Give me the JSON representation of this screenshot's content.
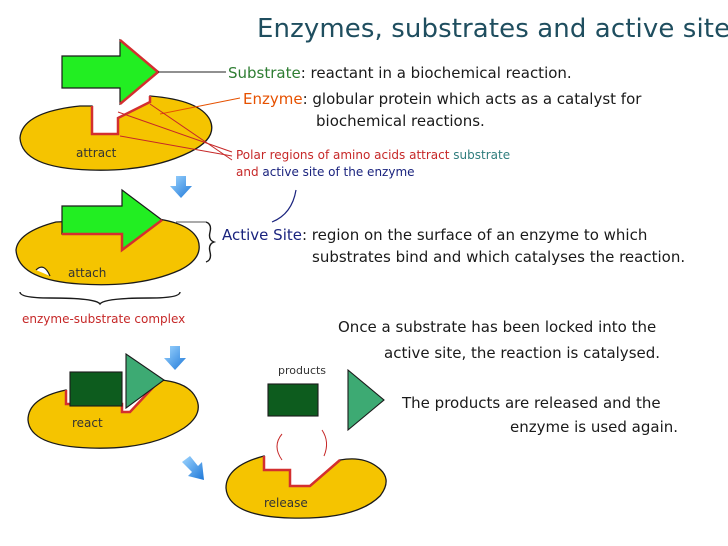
{
  "title": "Enzymes, substrates and active sites",
  "definitions": {
    "substrate_term": "Substrate",
    "substrate_def": ": reactant in a biochemical reaction.",
    "enzyme_term": "Enzyme",
    "enzyme_def_1": ": globular protein which acts as a catalyst for",
    "enzyme_def_2": "biochemical reactions.",
    "polar_1a": "Polar regions of amino acids attract ",
    "polar_1b": "substrate",
    "polar_2a": "and ",
    "polar_2b": "active site of the enzyme",
    "active_site_term": "Active Site",
    "active_site_def_1": ": region on the surface of an enzyme to which",
    "active_site_def_2": "substrates bind and which catalyses the reaction."
  },
  "stage_labels": {
    "attract": "attract",
    "attach": "attach",
    "complex": "enzyme-substrate complex",
    "react": "react",
    "release": "release",
    "products": "products"
  },
  "notes": {
    "locked_1": "Once a substrate has been locked into the",
    "locked_2": "active site, the reaction is catalysed.",
    "released_1": "The products are released and the",
    "released_2": "enzyme is used again."
  },
  "colors": {
    "title": "#1f4e5f",
    "substrate_term": "#2e7d32",
    "enzyme_term": "#e65100",
    "polar_text": "#c62828",
    "substrate_word": "#2e7d7d",
    "active_site_term": "#1a237e",
    "enzyme_fill": "#f5c400",
    "substrate_fill": "#22ee22",
    "product_dark": "#0d5c1e",
    "product_light": "#3daa73",
    "arrow_blue": "#1e88e5"
  }
}
